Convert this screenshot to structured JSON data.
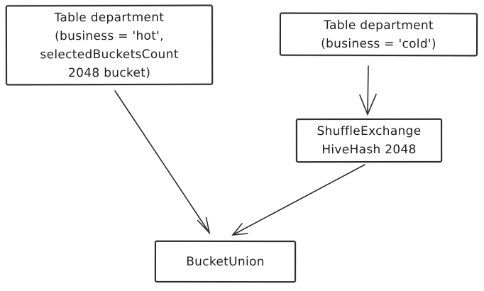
{
  "diagram": {
    "background_color": "#ffffff",
    "stroke_color": "#2b2b2b",
    "text_color": "#1e1e1e",
    "nodes": {
      "table_hot": {
        "id": "table-department-hot",
        "label": "Table department (business = 'hot', selectedBucketsCount 2048 bucket)",
        "lines": [
          "Table department",
          "(business = 'hot',",
          "selectedBucketsCount",
          "2048 bucket)"
        ]
      },
      "table_cold": {
        "id": "table-department-cold",
        "label": "Table department (business = 'cold')",
        "lines": [
          "Table department",
          "(business = 'cold')"
        ]
      },
      "shuffle": {
        "id": "shuffle-exchange",
        "label": "ShuffleExchange HiveHash 2048",
        "lines": [
          "ShuffleExchange",
          "HiveHash 2048"
        ]
      },
      "bucket_union": {
        "id": "bucket-union",
        "label": "BucketUnion",
        "lines": [
          "BucketUnion"
        ]
      }
    },
    "edges": [
      {
        "from": "table-department-hot",
        "to": "bucket-union",
        "style": "arrow"
      },
      {
        "from": "table-department-cold",
        "to": "shuffle-exchange",
        "style": "arrow"
      },
      {
        "from": "shuffle-exchange",
        "to": "bucket-union",
        "style": "arrow"
      }
    ]
  }
}
